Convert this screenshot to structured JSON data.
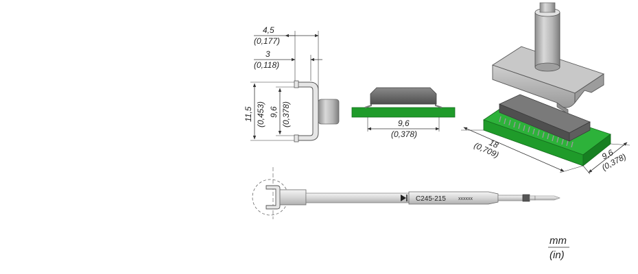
{
  "tip_front_view": {
    "width_mm": "4,5",
    "width_in": "(0,177)",
    "slot_mm": "3",
    "slot_in": "(0,118)",
    "outer_height_mm": "11,5",
    "outer_height_in": "(0,453)",
    "inner_height_mm": "9,6",
    "inner_height_in": "(0,378)"
  },
  "component_side_view": {
    "span_mm": "9,6",
    "span_in": "(0,378)"
  },
  "iso_view": {
    "length_mm": "18",
    "length_in": "(0,709)",
    "width_mm": "9,6",
    "width_in": "(0,378)"
  },
  "cartridge": {
    "model": "C245-215",
    "serial": "xxxxxx"
  },
  "units": {
    "primary": "mm",
    "secondary": "(in)"
  },
  "colors": {
    "pcb_green": "#1f9b2a",
    "metal_gray": "#bdbdbd",
    "chip_dark": "#6a6a6a"
  }
}
